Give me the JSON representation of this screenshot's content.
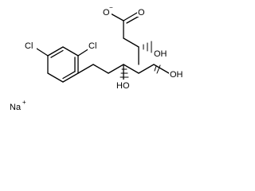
{
  "molecule": {
    "atoms": {
      "cl_ring_top": "Cl",
      "cl_ring_left": "Cl",
      "carboxylate_o_minus": "O",
      "carboxylate_charge": "−",
      "oh_c3": "OH",
      "oh_c4": "OH",
      "ho_c5": "HO"
    },
    "counterion": {
      "symbol": "Na",
      "charge": "+"
    }
  }
}
